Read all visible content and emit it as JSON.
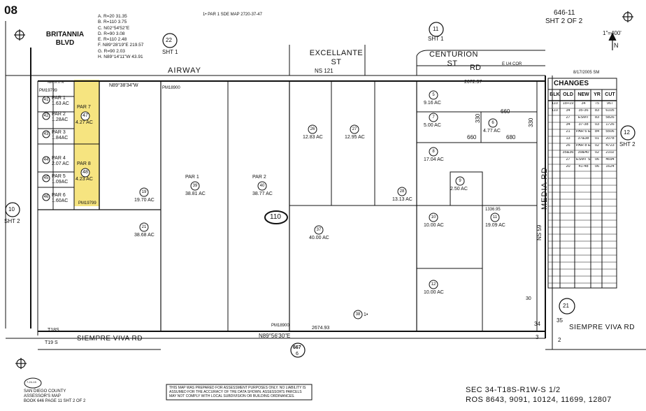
{
  "header": {
    "page_no": "08",
    "top_note": "1• PAR 1 SDE MAP 2720-37-47",
    "map_ref": "646-11",
    "sheet": "SHT 2 OF 2",
    "scale": "1\"=400'",
    "date_code": "8/17/2005 SM"
  },
  "curve_legend": [
    "A. R=20  31.35",
    "B. R=110  3.75",
    "C. N02°54'52\"E",
    "D. R=90  3.08",
    "E. R=110  2.48",
    "F. N89°28'19\"E  219.57",
    "G. R=90  2.03",
    "H. N89°14'11\"W  43.91"
  ],
  "streets": {
    "britannia": "BRITANNIA BLVD",
    "airway": "AIRWAY",
    "excellante": "EXCELLANTE ST",
    "centurion": "CENTURION ST",
    "rd_top": "RD",
    "ns121": "NS 121",
    "e_u4_cor": "E U4 COR",
    "media_rd": "MEDIA RD",
    "ns59": "NS 59",
    "siempre_viva_left": "SIEMPRE VIVA RD",
    "siempre_viva_right": "SIEMPRE VIVA RD",
    "t18s": "T18S",
    "t19s": "T19 S"
  },
  "sheet_refs": {
    "top_circle": "22",
    "top_sht": "SHT 1",
    "upper_circle": "11",
    "upper_sht": "SHT 1",
    "right_circle": "12",
    "right_sht": "SHT 2",
    "left_circle": "10",
    "left_sht": "SHT 2",
    "bottom_circle": "21",
    "bottom_ref_top": "667",
    "bottom_ref_bottom": "6"
  },
  "block_no": "110",
  "parcels_left": [
    {
      "par": "PAR 1",
      "num": "41",
      "acres": "1.63 AC"
    },
    {
      "par": "PAR 2",
      "num": "42",
      "acres": "1.28AC"
    },
    {
      "par": "PAR 3",
      "num": "43",
      "acres": "1.84AC"
    },
    {
      "par": "PAR 4",
      "num": "44",
      "acres": "2.07 AC"
    },
    {
      "par": "PAR 5",
      "num": "45",
      "acres": "1.09AC"
    },
    {
      "par": "PAR 6",
      "num": "46",
      "acres": "1.60AC"
    }
  ],
  "parcels_yellow": [
    {
      "par": "PAR 7",
      "num": "47",
      "acres": "4.27 AC"
    },
    {
      "par": "PAR 8",
      "num": "48",
      "acres": "4.23 AC"
    }
  ],
  "parcels_main": [
    {
      "num": "19",
      "acres": "19.70 AC"
    },
    {
      "num": "21",
      "acres": "38.68 AC"
    },
    {
      "par": "PAR 1",
      "num": "39",
      "acres": "38.81 AC"
    },
    {
      "par": "PAR 2",
      "num": "40",
      "acres": "38.77 AC"
    },
    {
      "num": "26",
      "acres": "12.83 AC"
    },
    {
      "num": "27",
      "acres": "12.95 AC"
    },
    {
      "num": "28",
      "acres": "13.13 AC"
    },
    {
      "num": "37",
      "acres": "40.00 AC"
    },
    {
      "num": "5",
      "acres": "9.16 AC"
    },
    {
      "num": "7",
      "acres": "5.00 AC"
    },
    {
      "num": "6",
      "acres": "4.77 AC"
    },
    {
      "num": "8",
      "acres": "17.04 AC"
    },
    {
      "num": "9",
      "acres": "2.50 AC"
    },
    {
      "num": "10",
      "acres": "10.00 AC"
    },
    {
      "num": "11",
      "acres": "19.09 AC"
    },
    {
      "num": "12",
      "acres": "10.00 AC"
    },
    {
      "num": "38",
      "acres": "1•"
    }
  ],
  "map_labels": {
    "pm19799_top": "PM19799",
    "pm19799_bottom": "PM19799",
    "pm18900_top": "PM18900",
    "pm18900_bottom": "PM18900",
    "bearing_top": "N89°38'34\"W",
    "bearing_top_small": "N89°14'11\"W",
    "bearing_bottom": "N89°56'30\"E",
    "dist_top": "2672.37",
    "dist_bottom": "2674.93",
    "dist_660a": "660",
    "dist_660b": "660",
    "dist_680": "680",
    "dist_330a": "330",
    "dist_330b": "330",
    "dist_1336": "1336.95",
    "ew_note": "30",
    "r34": "34",
    "r35": "35",
    "r3": "3",
    "r2": "2"
  },
  "changes": {
    "title": "CHANGES",
    "columns": [
      "BLK",
      "OLD",
      "NEW",
      "YR",
      "CUT"
    ],
    "rows": [
      [
        "110",
        "18+19",
        "34",
        "75",
        "967"
      ],
      [
        "110",
        "34",
        "35-36",
        "83",
        "6105"
      ],
      [
        "",
        "27",
        "ESMT",
        "83",
        "5826"
      ],
      [
        "",
        "34",
        "37-38",
        "03",
        "1726"
      ],
      [
        "",
        "21",
        "PAR 6 EX 18",
        "84",
        "5506"
      ],
      [
        "",
        "13",
        "37&38",
        "01",
        "2078"
      ],
      [
        "",
        "26",
        "PAR 8 EX 14",
        "02",
        "4723"
      ],
      [
        "",
        "35&36",
        "39&40",
        "02",
        "2102"
      ],
      [
        "",
        "27",
        "ESMT ST",
        "06",
        "4694"
      ],
      [
        "",
        "20",
        "41-48",
        "06",
        "1624"
      ]
    ]
  },
  "footer": {
    "county_line1": "SAN DIEGO COUNTY",
    "county_line2": "ASSESSOR'S MAP",
    "county_line3": "BOOK 646 PAGE 11 SHT 2 OF 2",
    "stamp": "7-24-15",
    "disclaimer_line1": "THIS MAP WAS PREPARED FOR ASSESSMENT PURPOSES ONLY.  NO LIABILITY IS",
    "disclaimer_line2": "ASSUMED FOR THE ACCURACY OF THE DATA SHOWN.   ASSESSOR'S PARCELS",
    "disclaimer_line3": "MAY NOT COMPLY WITH LOCAL SUBDIVISION OR BUILDING ORDINANCES.",
    "sec_line": "SEC  34-T18S-R1W-S 1/2",
    "ros_line": "ROS  8643, 9091, 10124, 11699, 12807"
  },
  "colors": {
    "parcel_highlight": "#f6e480",
    "ink": "#111111"
  }
}
